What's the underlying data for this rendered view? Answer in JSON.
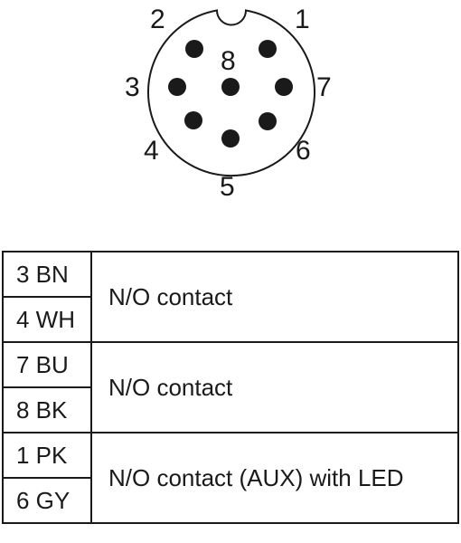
{
  "connector": {
    "pins": [
      {
        "label": "1",
        "dot": true
      },
      {
        "label": "2",
        "dot": true
      },
      {
        "label": "3",
        "dot": true
      },
      {
        "label": "4",
        "dot": true
      },
      {
        "label": "5",
        "dot": true
      },
      {
        "label": "6",
        "dot": true
      },
      {
        "label": "7",
        "dot": true
      },
      {
        "label": "8",
        "dot": true
      }
    ],
    "line_color": "#1a1a1a"
  },
  "table": {
    "groups": [
      {
        "pins": [
          "3 BN",
          "4 WH"
        ],
        "description": "N/O contact"
      },
      {
        "pins": [
          "7 BU",
          "8 BK"
        ],
        "description": "N/O contact"
      },
      {
        "pins": [
          "1 PK",
          "6 GY"
        ],
        "description": "N/O contact (AUX) with LED"
      }
    ]
  }
}
